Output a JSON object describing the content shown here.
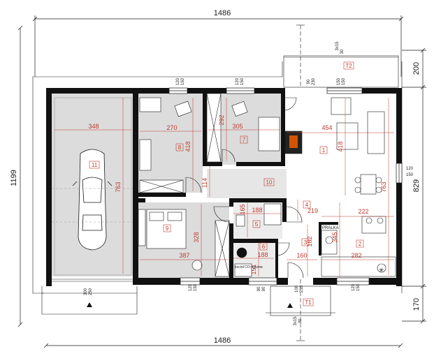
{
  "overall_dims": {
    "top_width": "1486",
    "bottom_width": "1486",
    "left_height": "1199",
    "right_total": "829",
    "right_top": "200",
    "right_bottom": "170"
  },
  "rooms": [
    {
      "num": "1",
      "w": "454",
      "h": "418"
    },
    {
      "num": "2",
      "w": "282",
      "h": "345",
      "w2": "222"
    },
    {
      "num": "3",
      "w": "160",
      "h": "182"
    },
    {
      "num": "4",
      "h": "219"
    },
    {
      "num": "5",
      "w": "188",
      "h": "165"
    },
    {
      "num": "6",
      "w": "188",
      "h": "151"
    },
    {
      "num": "7",
      "w": "305",
      "h": "292"
    },
    {
      "num": "8",
      "w": "270",
      "h": "418"
    },
    {
      "num": "9",
      "w": "387",
      "h": "328"
    },
    {
      "num": "10",
      "h": "114"
    },
    {
      "num": "11",
      "w": "348",
      "h": "763"
    }
  ],
  "right_dim_763": "763",
  "terraces": {
    "t1": "T1",
    "t2": "T2"
  },
  "openings": {
    "window_top_left": [
      "120",
      "150"
    ],
    "window_top_mid": [
      "120",
      "150"
    ],
    "window_top_right_a": [
      "90",
      "230"
    ],
    "window_top_right_b": [
      "150",
      "150"
    ],
    "window_right": [
      "120",
      "150"
    ],
    "window_bottom_left": [
      "120",
      "150"
    ],
    "window_bottom_mid": [
      "90",
      "90"
    ],
    "door_bottom_entry": [
      "100",
      "210"
    ],
    "window_bottom_right": [
      "120",
      "150"
    ],
    "garage_door": [
      "300",
      "250"
    ],
    "terrace_top": [
      "3x15",
      "30"
    ],
    "terrace_bottom": [
      "3x15",
      "30"
    ]
  },
  "labels": {
    "pralka": "PRALKA",
    "boiler": "kocioł CO-ogrzew."
  }
}
